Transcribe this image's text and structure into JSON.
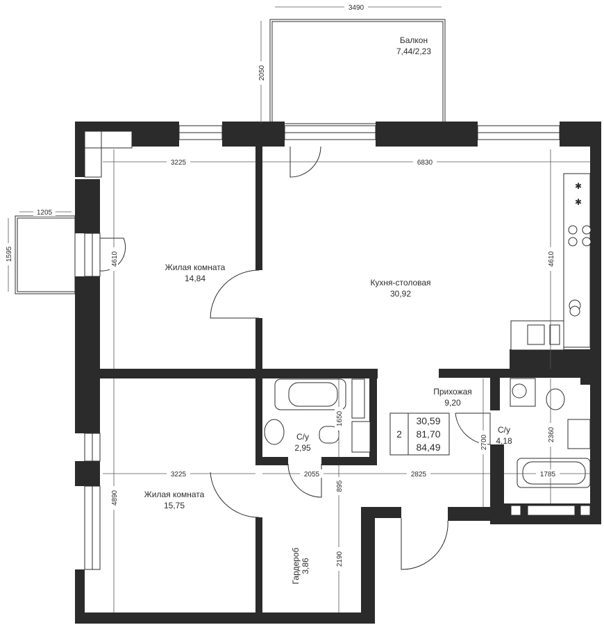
{
  "rooms": {
    "balcony_top": {
      "name": "Балкон",
      "area": "7,44/2,23"
    },
    "living1": {
      "name": "Жилая комната",
      "area": "14,84"
    },
    "kitchen": {
      "name": "Кухня-столовая",
      "area": "30,92"
    },
    "hall": {
      "name": "Прихожая",
      "area": "9,20"
    },
    "wc1": {
      "name": "С/у",
      "area": "2,95"
    },
    "wc2": {
      "name": "С/у",
      "area": "4,18"
    },
    "living2": {
      "name": "Жилая комната",
      "area": "15,75"
    },
    "wardrobe": {
      "name": "Гардероб",
      "area": "3,86"
    }
  },
  "summary": {
    "rooms_count": "2",
    "living_area": "30,59",
    "total_area": "81,70",
    "total_with_balcony": "84,49"
  },
  "dimensions": {
    "balcony_width": "3490",
    "balcony_depth": "2050",
    "small_balcony_width": "1205",
    "small_balcony_depth": "1595",
    "living1_width": "3225",
    "kitchen_width": "6830",
    "living1_depth": "4610",
    "kitchen_depth": "4610",
    "wc1_depth": "1650",
    "hall_depth": "2700",
    "wc2_depth": "2360",
    "living2_width": "3225",
    "corridor_width": "2055",
    "hall_width": "2825",
    "wc2_width": "1785",
    "living2_depth": "4890",
    "corridor_depth": "895",
    "wardrobe_depth": "2190"
  }
}
